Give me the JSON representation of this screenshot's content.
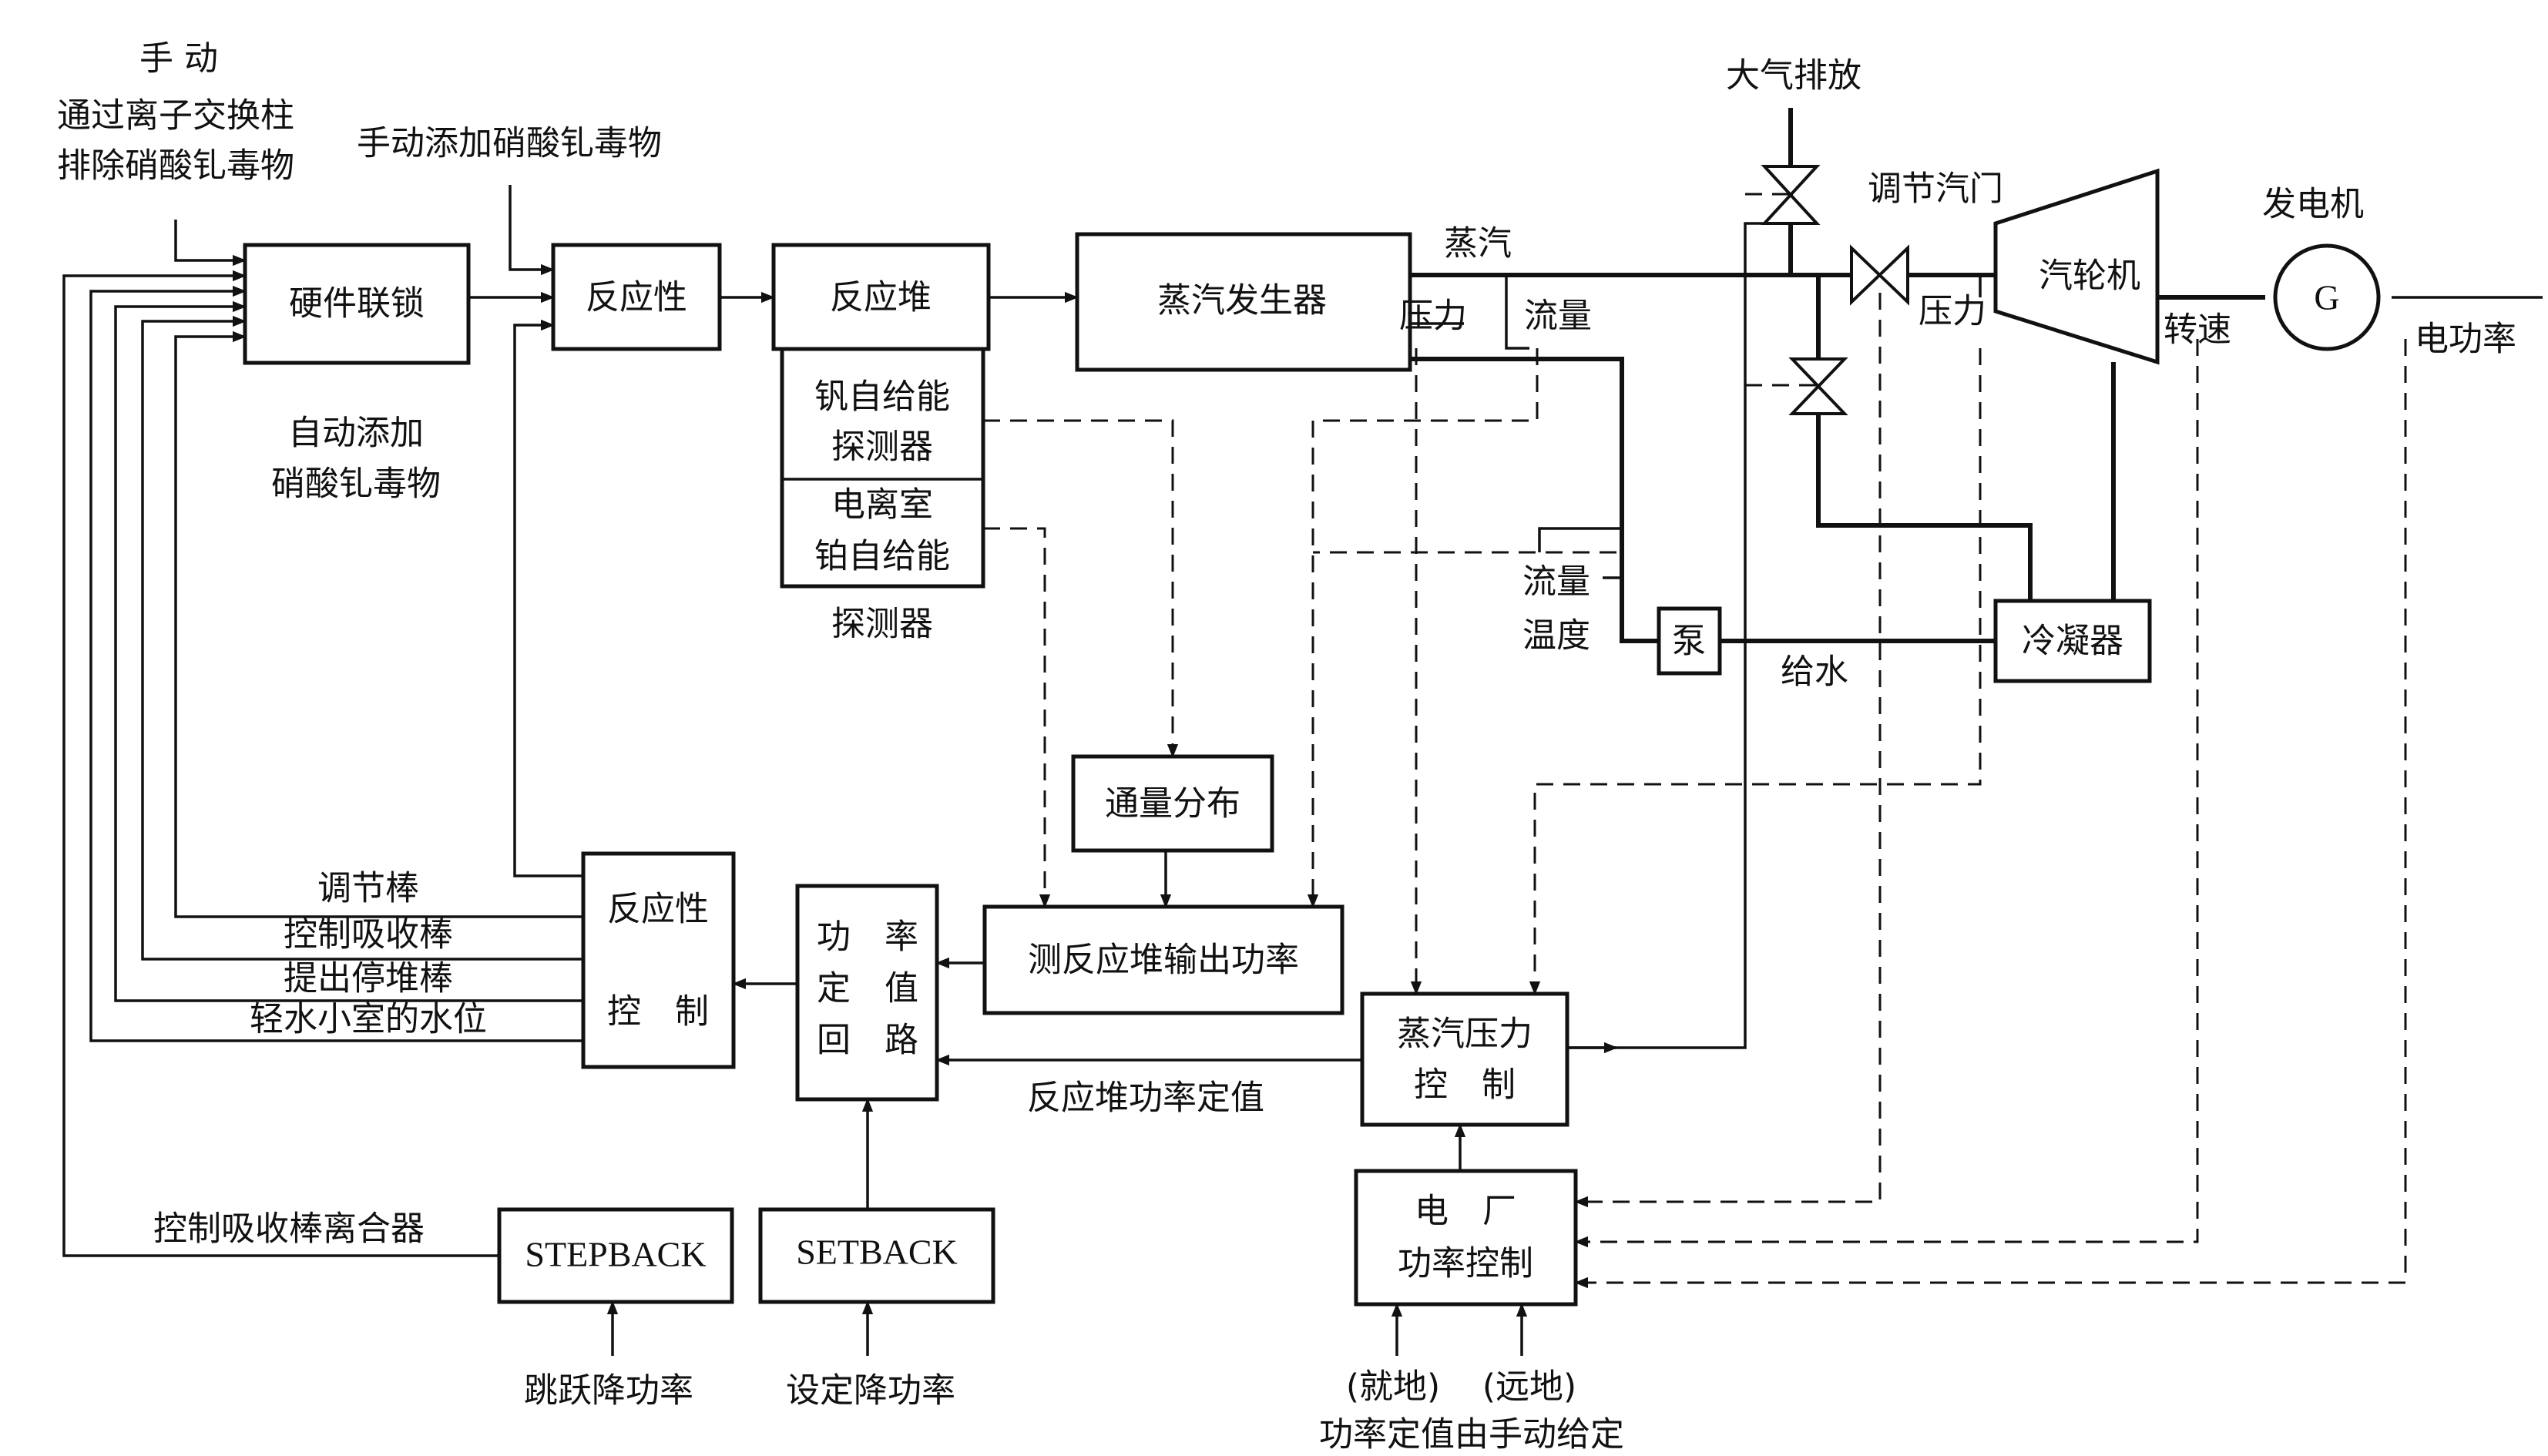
{
  "labels": {
    "manual": "手 动",
    "manual_line1": "通过离子交换柱",
    "manual_line2": "排除硝酸钆毒物",
    "manual_add": "手动添加硝酸钆毒物",
    "auto_line1": "自动添加",
    "auto_line2": "硝酸钆毒物",
    "atmos": "大气排放",
    "reg_valve": "调节汽门",
    "generator": "发电机",
    "generator_symbol": "G",
    "steam": "蒸汽",
    "pressure_sg": "压力",
    "flow_sg": "流量",
    "pressure_turbine": "压力",
    "speed": "转速",
    "elec_power": "电功率",
    "flow_temp1": "流量",
    "flow_temp2": "温度",
    "feedwater": "给水",
    "det_label": "探测器",
    "adj_rod": "调节棒",
    "ctrl_rod": "控制吸收棒",
    "shutdown_rod": "提出停堆棒",
    "light_water": "轻水小室的水位",
    "clutch": "控制吸收棒离合器",
    "reactor_setpoint": "反应堆功率定值",
    "jump_reduce": "跳跃降功率",
    "set_reduce": "设定降功率",
    "local": "(就地)",
    "remote": "(远地)",
    "manual_given": "功率定值由手动给定"
  },
  "boxes": {
    "interlock": "硬件联锁",
    "reactivity": "反应性",
    "reactor": "反应堆",
    "sg": "蒸汽发生器",
    "turbine": "汽轮机",
    "vanadium1": "钒自给能",
    "vanadium2": "探测器",
    "ion1": "电离室",
    "ion2": "铂自给能",
    "pump": "泵",
    "condenser": "冷凝器",
    "flux": "通量分布",
    "measure": "测反应堆输出功率",
    "react_ctrl1": "反应性",
    "react_ctrl2": "控　制",
    "setpoint1": "功　率",
    "setpoint2": "定　值",
    "setpoint3": "回　路",
    "steam_ctrl1": "蒸汽压力",
    "steam_ctrl2": "控　制",
    "plant1": "电　厂",
    "plant2": "功率控制",
    "stepback": "STEPBACK",
    "setback": "SETBACK"
  }
}
